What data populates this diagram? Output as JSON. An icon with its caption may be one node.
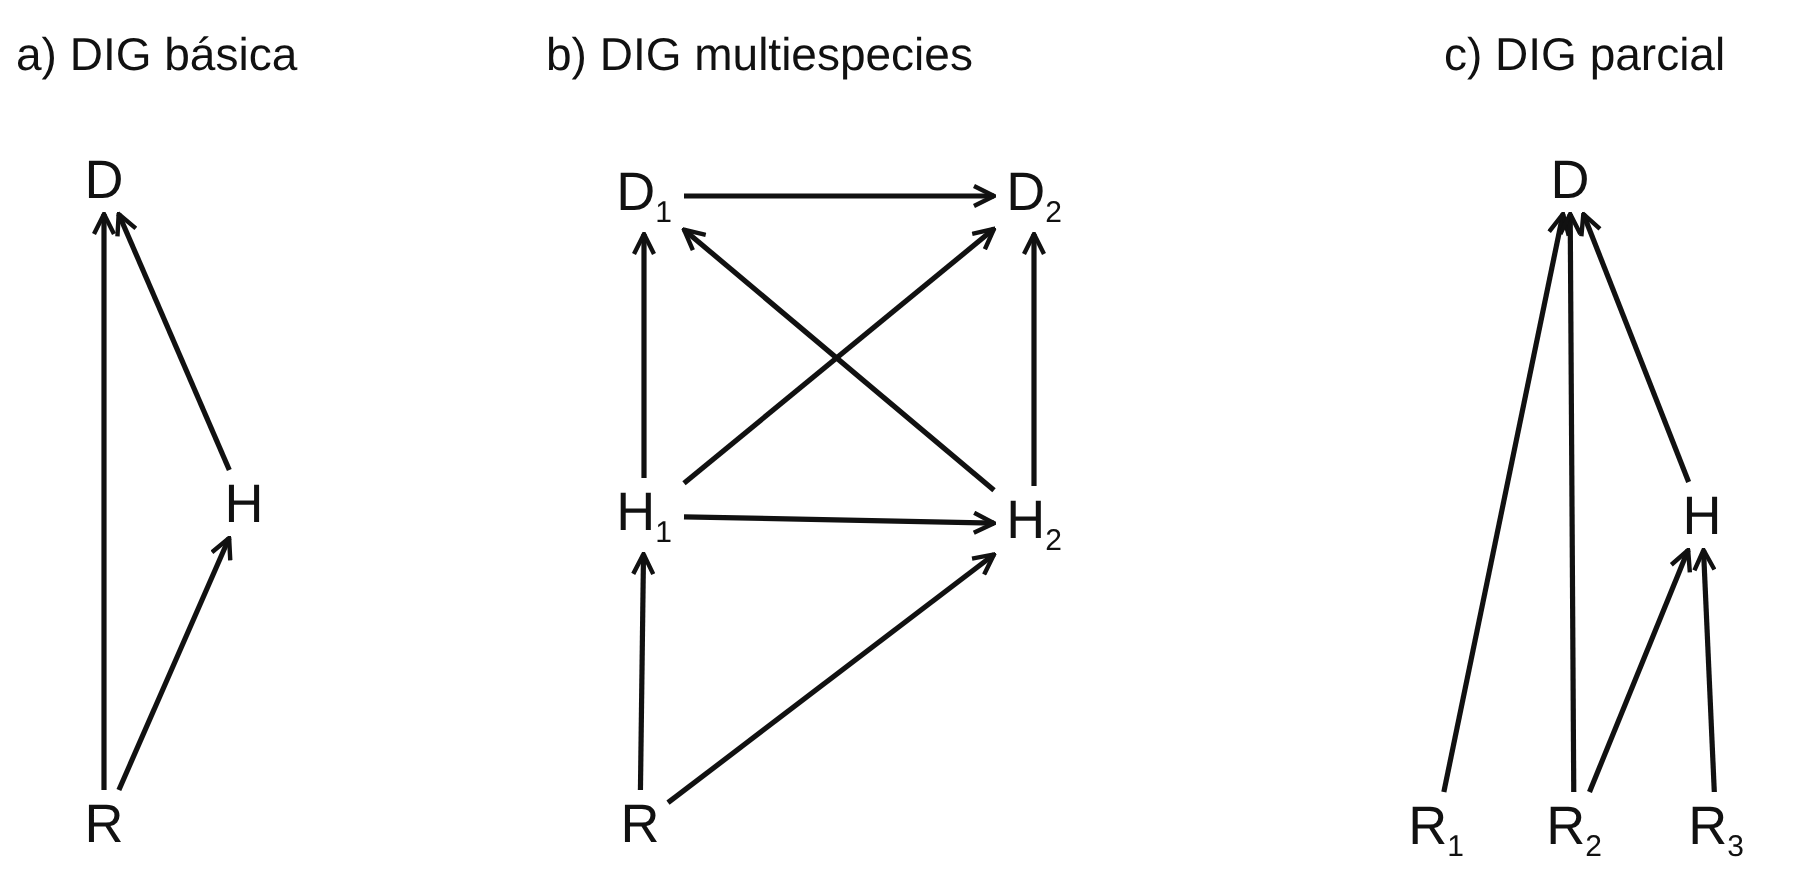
{
  "diagram": {
    "nodes": [
      {
        "text": [
          "D"
        ]
      },
      {
        "text": [
          "H"
        ]
      },
      {
        "text": [
          "R"
        ]
      },
      {
        "text": [
          "D$_{1}$"
        ]
      },
      {
        "text": [
          "D$_{2}$"
        ]
      },
      {
        "text": [
          "H$_{1}$"
        ]
      },
      {
        "text": [
          "H$_{2}$"
        ]
      },
      {
        "text": [
          "R"
        ]
      },
      {
        "text": [
          "D"
        ]
      },
      {
        "text": [
          "H"
        ]
      },
      {
        "text": [
          "R$_{1}$"
        ]
      },
      {
        "text": [
          "R$_{2}$"
        ]
      },
      {
        "text": [
          "R$_{3}$"
        ]
      }
    ],
    "edges": [
      {
        "from": 2,
        "to": 0,
        "arrow": "to"
      },
      {
        "from": 1,
        "to": 0,
        "arrow": "to"
      },
      {
        "from": 2,
        "to": 1,
        "arrow": "to"
      },
      {
        "from": 3,
        "to": 4,
        "arrow": "to"
      },
      {
        "from": 5,
        "to": 3,
        "arrow": "to"
      },
      {
        "from": 5,
        "to": 4,
        "arrow": "to"
      },
      {
        "from": 6,
        "to": 3,
        "arrow": "to"
      },
      {
        "from": 6,
        "to": 4,
        "arrow": "to"
      },
      {
        "from": 5,
        "to": 6,
        "arrow": "to"
      },
      {
        "from": 7,
        "to": 5,
        "arrow": "to"
      },
      {
        "from": 7,
        "to": 6,
        "arrow": "to"
      },
      {
        "from": 10,
        "to": 8,
        "arrow": "to"
      },
      {
        "from": 11,
        "to": 8,
        "arrow": "to"
      },
      {
        "from": 9,
        "to": 8,
        "arrow": "to"
      },
      {
        "from": 11,
        "to": 9,
        "arrow": "to"
      },
      {
        "from": 12,
        "to": 9,
        "arrow": "to"
      }
    ],
    "labels": [
      "a) DIG básica",
      "b) DIG multiespecies",
      "c) DIG parcial"
    ]
  }
}
